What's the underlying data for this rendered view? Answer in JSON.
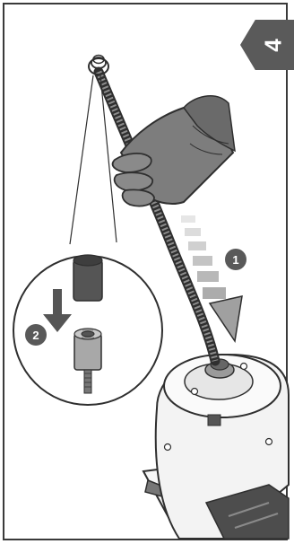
{
  "step": {
    "number": "4"
  },
  "callouts": [
    {
      "id": "callout-1",
      "label": "1"
    },
    {
      "id": "callout-2",
      "label": "2"
    }
  ],
  "colors": {
    "frame": "#3a3a3a",
    "badge": "#5a5a5a",
    "callout_fill": "#595959",
    "glove": "#7d7d7d",
    "glove_dark": "#5a5a5a",
    "cable": "#4a4a4a",
    "motion_arrow": "#bdbdbd",
    "machine_body": "#f2f2f2",
    "machine_outline": "#2f2f2f",
    "cap_gray": "#555555",
    "nut_gray": "#a8a8a8"
  },
  "icons": {
    "down_arrow": "arrow-down-icon",
    "glove": "glove-icon"
  }
}
